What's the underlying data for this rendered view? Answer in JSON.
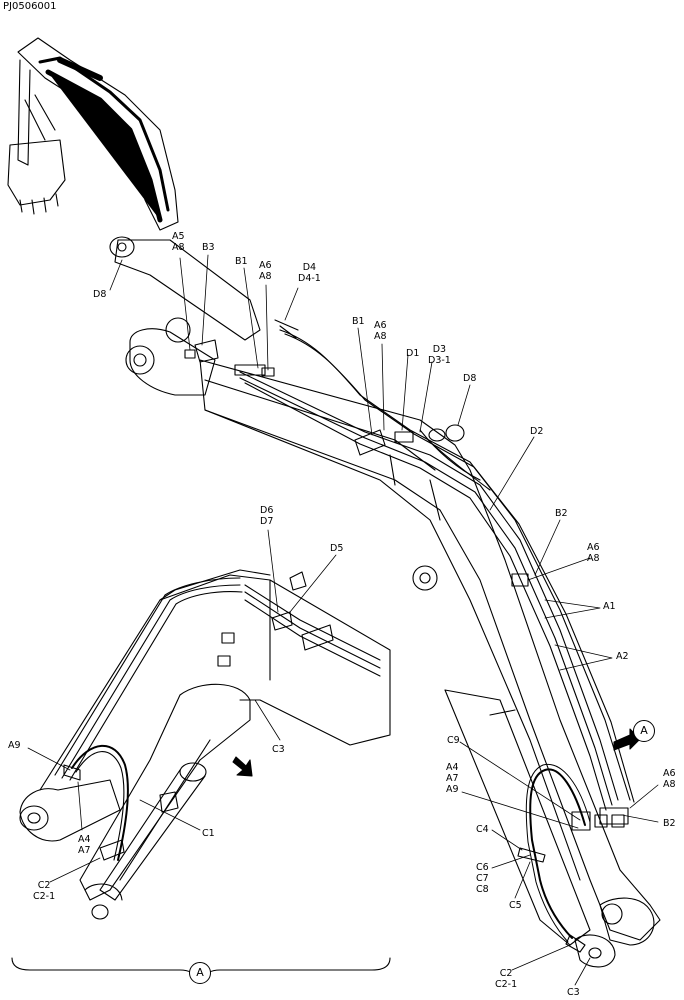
{
  "document_id": "PJ0506001",
  "view_marker": "A",
  "callouts": {
    "d8_top": "D8",
    "a5": [
      "A5",
      "A8"
    ],
    "b3": "B3",
    "b1_left": "B1",
    "a6_left": [
      "A6",
      "A8"
    ],
    "d4": [
      "D4",
      "D4-1"
    ],
    "b1_right": "B1",
    "a6_mid": [
      "A6",
      "A8"
    ],
    "d1": "D1",
    "d3": [
      "D3",
      "D3-1"
    ],
    "d8_right": "D8",
    "d2": "D2",
    "b2_top": "B2",
    "a6_right": [
      "A6",
      "A8"
    ],
    "a1": "A1",
    "a2": "A2",
    "a6_bottom": [
      "A6",
      "A8"
    ],
    "b2_bottom": "B2",
    "c9": "C9",
    "a4_right": [
      "A4",
      "A7",
      "A9"
    ],
    "c4": "C4",
    "c6": [
      "C6",
      "C7",
      "C8"
    ],
    "c5": "C5",
    "c2_right": [
      "C2",
      "C2-1"
    ],
    "c3_right": "C3",
    "d6": [
      "D6",
      "D7"
    ],
    "d5": "D5",
    "c3_left": "C3",
    "a9_left": "A9",
    "c1": "C1",
    "a4_left": [
      "A4",
      "A7"
    ],
    "c2_left": [
      "C2",
      "C2-1"
    ]
  }
}
